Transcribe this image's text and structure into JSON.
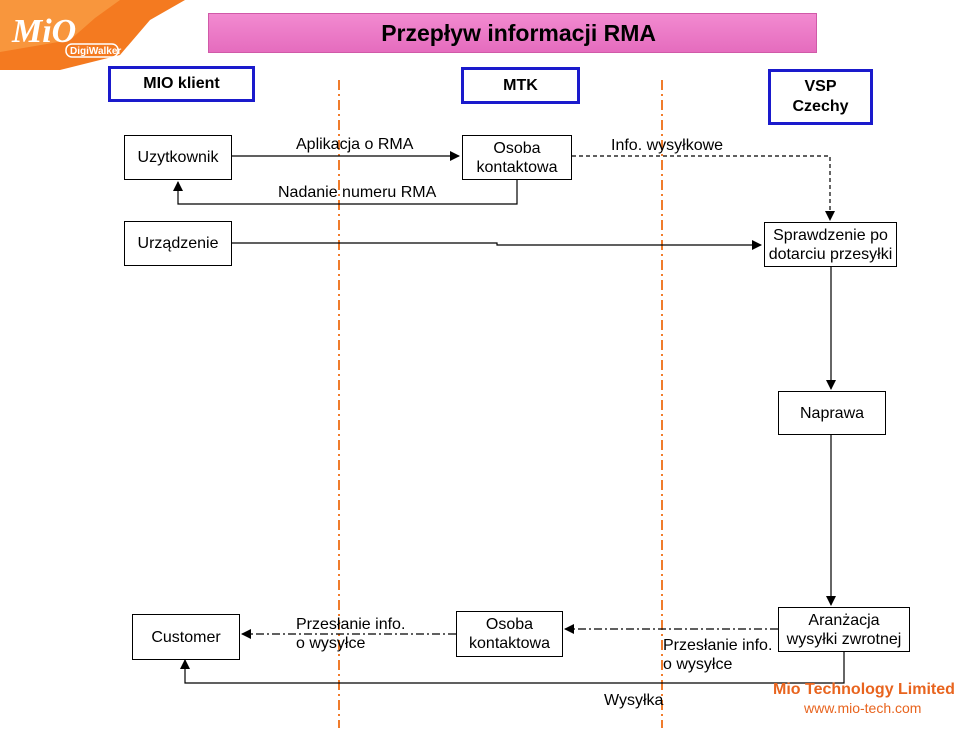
{
  "logo": {
    "brand": "MiO",
    "sub": "DigiWalker"
  },
  "title": "Przepływ informacji RMA",
  "lanes": {
    "client": "MIO klient",
    "mtk": "MTK",
    "vsp_line1": "VSP",
    "vsp_line2": "Czechy"
  },
  "nodes": {
    "uzytkownik": "Uzytkownik",
    "urzadzenie": "Urządzenie",
    "osoba_top_line1": "Osoba",
    "osoba_top_line2": "kontaktowa",
    "sprawdzenie_line1": "Sprawdzenie po",
    "sprawdzenie_line2": "dotarciu przesyłki",
    "naprawa": "Naprawa",
    "customer": "Customer",
    "osoba_bottom_line1": "Osoba",
    "osoba_bottom_line2": "kontaktowa",
    "aranzacja_line1": "Aranżacja",
    "aranzacja_line2": "wysyłki zwrotnej"
  },
  "edges": {
    "aplikacja": "Aplikacja o RMA",
    "nadanie": "Nadanie numeru RMA",
    "info_wysylkowe": "Info. wysyłkowe",
    "przeslanie_left_line1": "Przesłanie info.",
    "przeslanie_left_line2": "o wysyłce",
    "przeslanie_right_line1": "Przesłanie info.",
    "przeslanie_right_line2": "o wysyłce",
    "wysylka": "Wysyłka"
  },
  "footer": {
    "company": "Mio Technology Limited",
    "url": "www.mio-tech.com"
  },
  "colors": {
    "title_bar": "#e56cbe",
    "lane_border": "#1a1acc",
    "divider": "#f07c2c",
    "footer_text": "#e8641e"
  }
}
